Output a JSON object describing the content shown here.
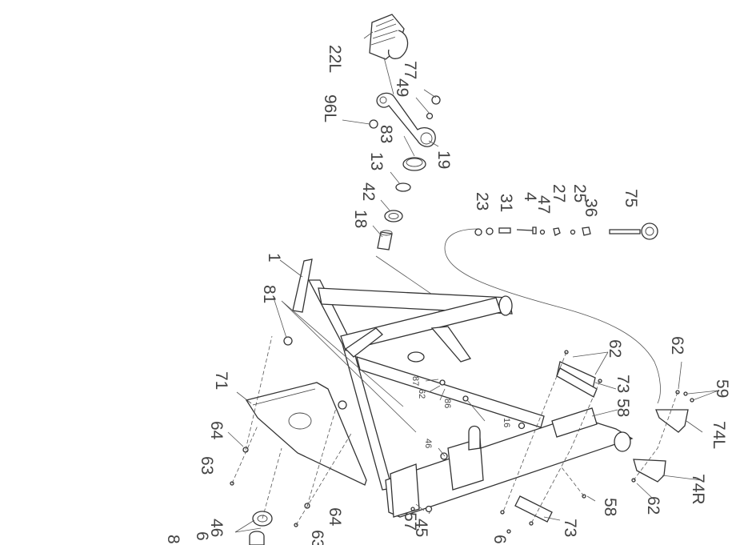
{
  "callouts": {
    "c22l": "22L",
    "c77": "77",
    "c49": "49",
    "c96l": "96L",
    "c83": "83",
    "c19": "19",
    "c13": "13",
    "c42": "42",
    "c18": "18",
    "c23": "23",
    "c31": "31",
    "c4": "4",
    "c47": "47",
    "c27": "27",
    "c25": "25",
    "c36": "36",
    "c75": "75",
    "c1": "1",
    "c81": "81",
    "c71": "71",
    "c64a": "64",
    "c63a": "63",
    "c46a": "46",
    "c6a": "6",
    "c8": "8",
    "c87": "87",
    "c62a": "62",
    "c86": "86",
    "c16": "16",
    "c46b": "46",
    "c62b": "62",
    "c73a": "73",
    "c58a": "58",
    "c62c": "62",
    "c59": "59",
    "c74l": "74L",
    "c74r": "74R",
    "c62d": "62",
    "c58b": "58",
    "c73b": "73",
    "c6b": "6",
    "c57": "57",
    "c45": "45",
    "c64b": "64",
    "c63b": "63"
  }
}
